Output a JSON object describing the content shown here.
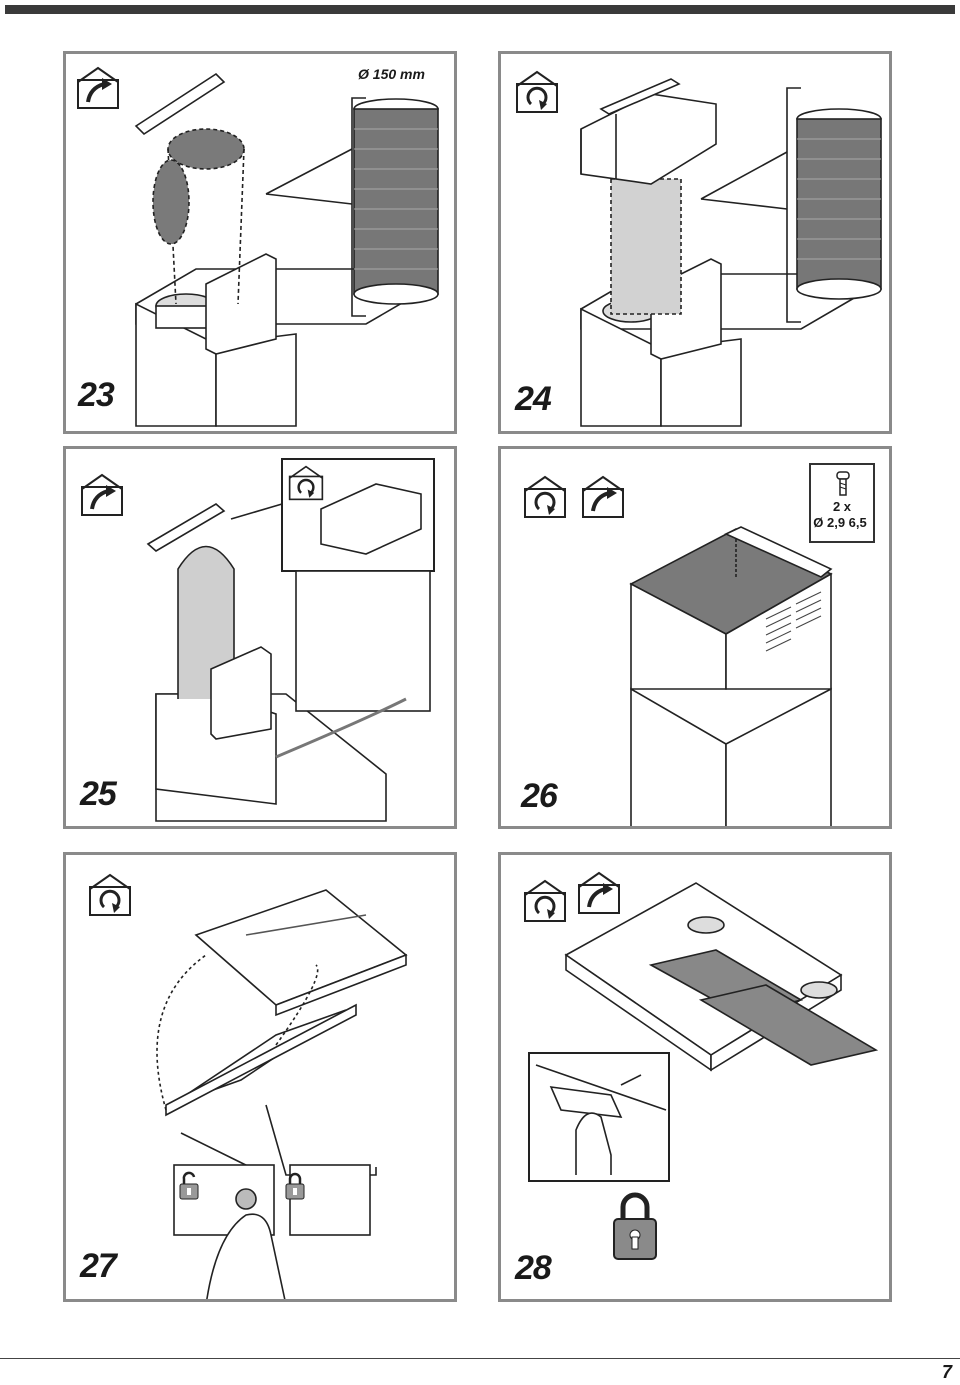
{
  "panels": [
    {
      "number": "23",
      "icons": [
        "duct-out-icon"
      ],
      "label": "Ø 150 mm"
    },
    {
      "number": "24",
      "icons": [
        "recirculation-icon"
      ]
    },
    {
      "number": "25",
      "icons": [
        "duct-out-icon",
        "recirculation-icon"
      ]
    },
    {
      "number": "26",
      "icons": [
        "recirculation-icon",
        "duct-out-icon"
      ],
      "screw_qty": "2 x",
      "screw_size": "Ø 2,9 6,5"
    },
    {
      "number": "27",
      "icons": [
        "recirculation-icon",
        "unlock-icon",
        "lock-icon"
      ]
    },
    {
      "number": "28",
      "icons": [
        "recirculation-icon",
        "duct-out-icon",
        "lock-icon"
      ]
    }
  ],
  "page_number": "7",
  "colors": {
    "frame": "#8a8a8a",
    "fill_dark": "#777777",
    "fill_light": "#cfcfcf"
  }
}
